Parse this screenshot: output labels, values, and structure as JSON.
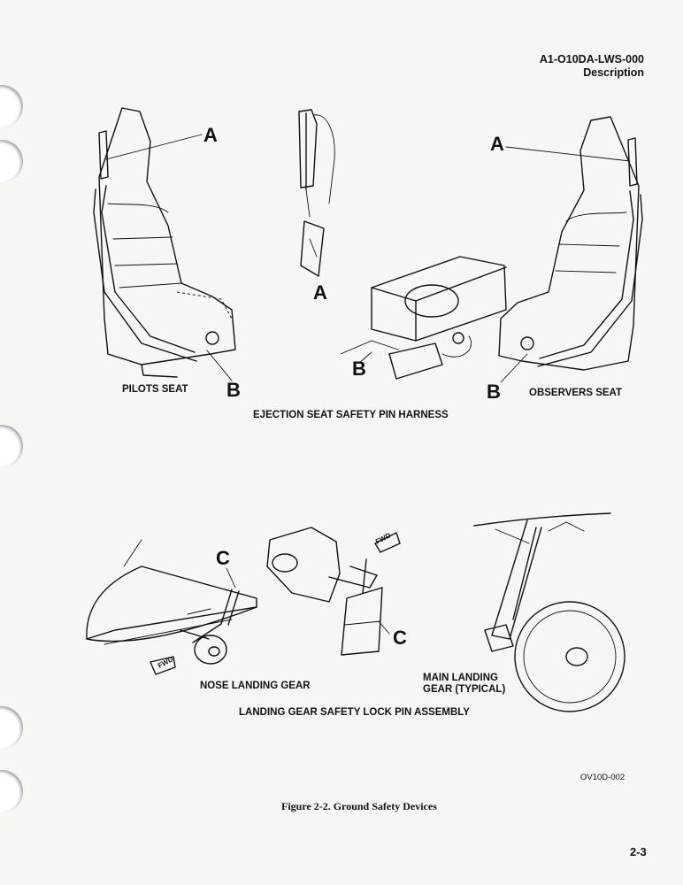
{
  "header": {
    "doc_number": "A1-O10DA-LWS-000",
    "section": "Description"
  },
  "ejection": {
    "callouts": {
      "a": "A",
      "b": "B"
    },
    "pilots_seat_label": "PILOTS SEAT",
    "observers_seat_label": "OBSERVERS SEAT",
    "title": "EJECTION SEAT SAFETY PIN HARNESS"
  },
  "landing": {
    "callout_c": "C",
    "fwd_tag": "FWD",
    "nose_gear_label": "NOSE LANDING GEAR",
    "main_gear_label_line1": "MAIN LANDING",
    "main_gear_label_line2": "GEAR (TYPICAL)",
    "title": "LANDING GEAR SAFETY LOCK PIN ASSEMBLY"
  },
  "figure_code": "OV10D-002",
  "figure_caption": "Figure 2-2.  Ground Safety Devices",
  "page_number": "2-3"
}
